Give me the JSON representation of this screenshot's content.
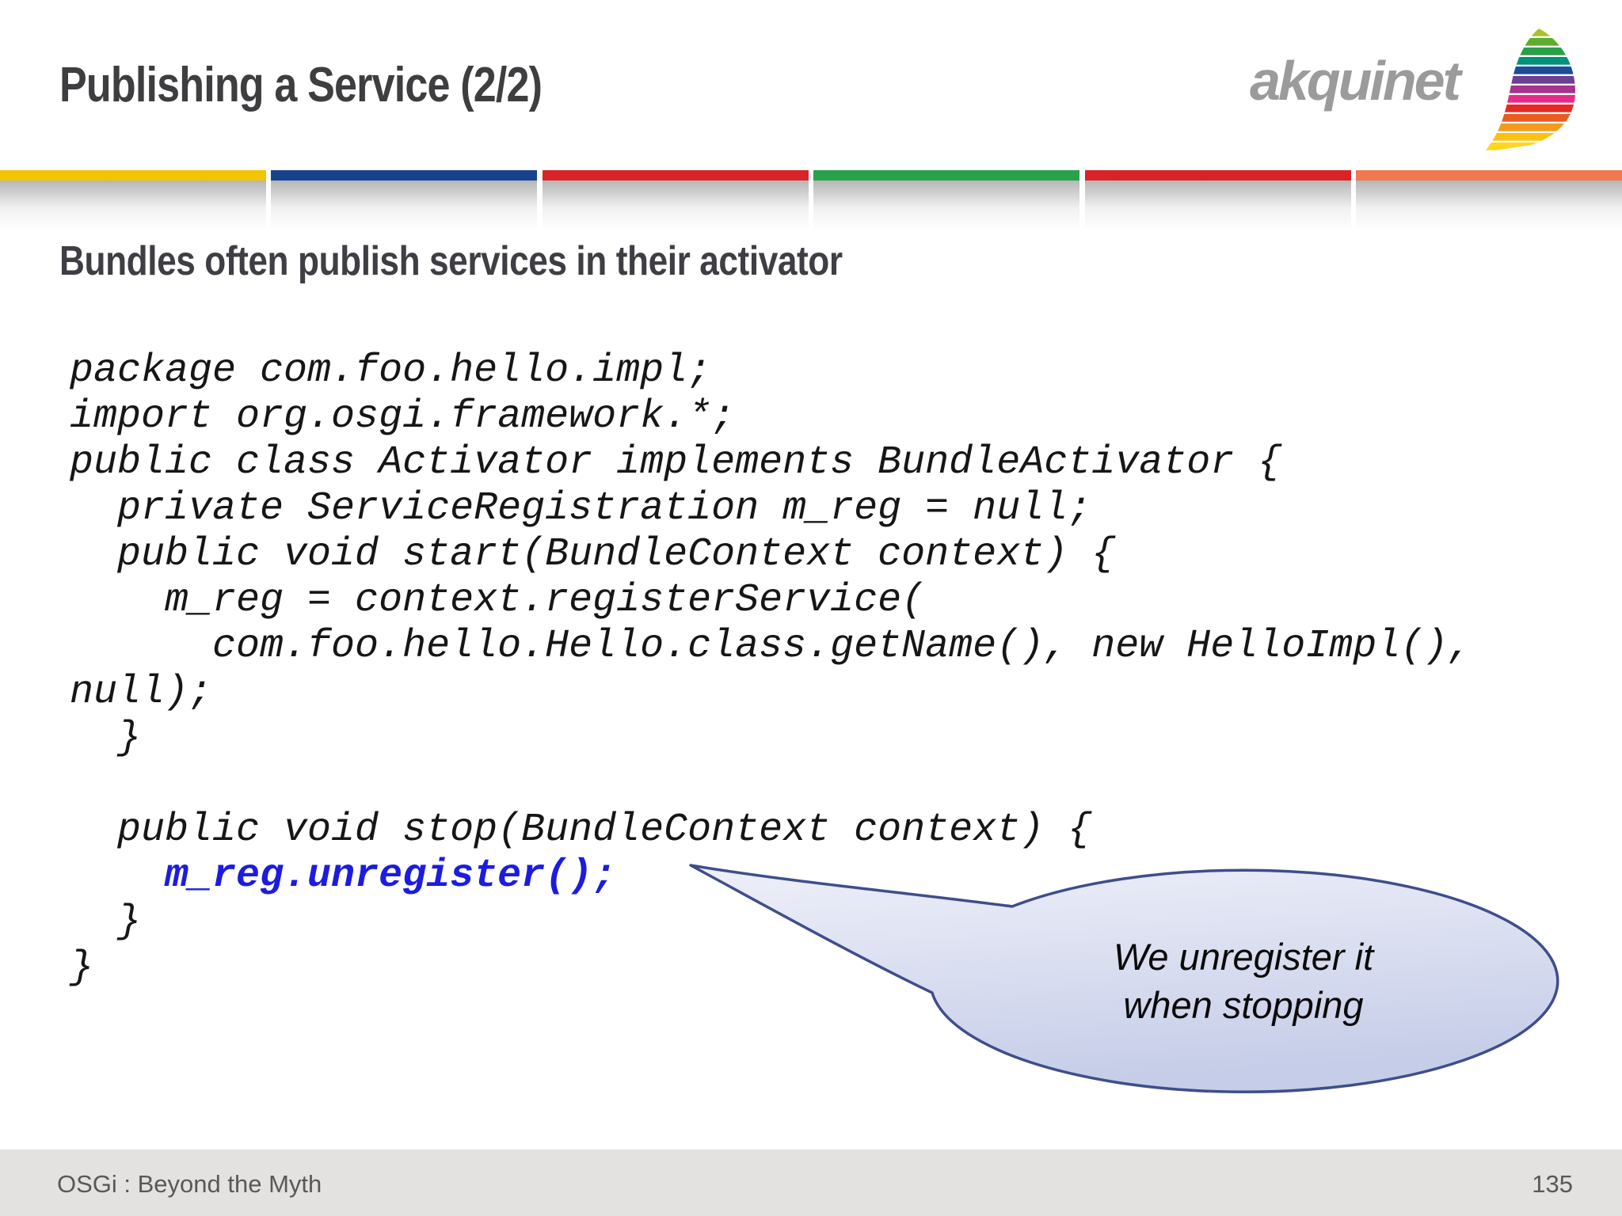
{
  "slide": {
    "title": "Publishing a Service (2/2)",
    "subtitle": "Bundles often publish services in their activator",
    "footer": {
      "left": "OSGi : Beyond the Myth",
      "page": "135"
    }
  },
  "logo": {
    "text": "akquinet",
    "text_color": "#9b9b9b",
    "swoosh_colors": [
      "#a6c42a",
      "#5fad2f",
      "#27a048",
      "#009179",
      "#1c4b99",
      "#6c3f94",
      "#a6338e",
      "#e62b8b",
      "#e52a26",
      "#ea5b21",
      "#f49b1f",
      "#fbc311",
      "#ffd51e"
    ]
  },
  "divider": {
    "segments": [
      {
        "color": "#f2c500"
      },
      {
        "color": "#17428e"
      },
      {
        "color": "#da2328"
      },
      {
        "color": "#29a14a"
      },
      {
        "color": "#da2328"
      },
      {
        "color": "#f0794f"
      }
    ]
  },
  "code": {
    "highlight_color": "#1c1ce0",
    "lines": [
      {
        "text": "package com.foo.hello.impl;"
      },
      {
        "text": "import org.osgi.framework.*;"
      },
      {
        "text": "public class Activator implements BundleActivator {"
      },
      {
        "text": "  private ServiceRegistration m_reg = null;"
      },
      {
        "text": "  public void start(BundleContext context) {"
      },
      {
        "text": "    m_reg = context.registerService("
      },
      {
        "text": "      com.foo.hello.Hello.class.getName(), new HelloImpl(),"
      },
      {
        "text": "null);"
      },
      {
        "text": "  }"
      },
      {
        "text": ""
      },
      {
        "text": "  public void stop(BundleContext context) {"
      },
      {
        "text": "    m_reg.unregister();",
        "highlight": true
      },
      {
        "text": "  }"
      },
      {
        "text": "}"
      }
    ]
  },
  "callout": {
    "line1": "We unregister it",
    "line2": "when stopping",
    "fill_top": "#eef0f9",
    "fill_bottom": "#c6cde8",
    "border_color": "#3e4e8c"
  }
}
